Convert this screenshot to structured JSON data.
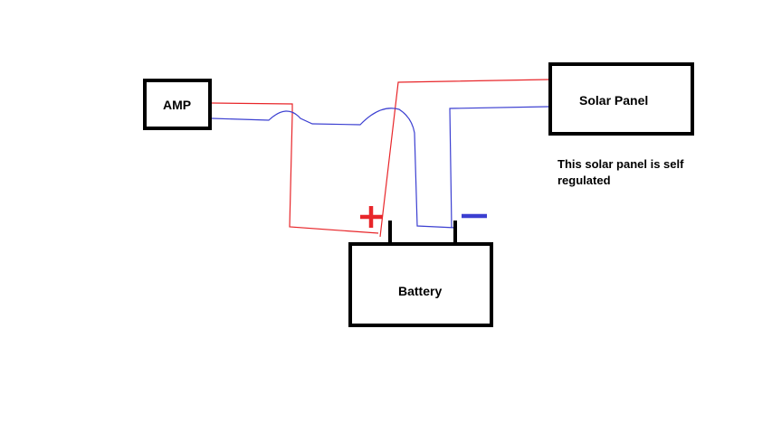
{
  "components": {
    "amp": {
      "label": "AMP"
    },
    "solar_panel": {
      "label": "Solar Panel"
    },
    "battery": {
      "label": "Battery"
    }
  },
  "note": "This solar panel is self regulated",
  "terminals": {
    "positive": "+",
    "negative": "−"
  },
  "colors": {
    "positive_wire": "#e8262a",
    "negative_wire": "#3b3fd1",
    "outline": "#000000",
    "background": "#ffffff"
  }
}
